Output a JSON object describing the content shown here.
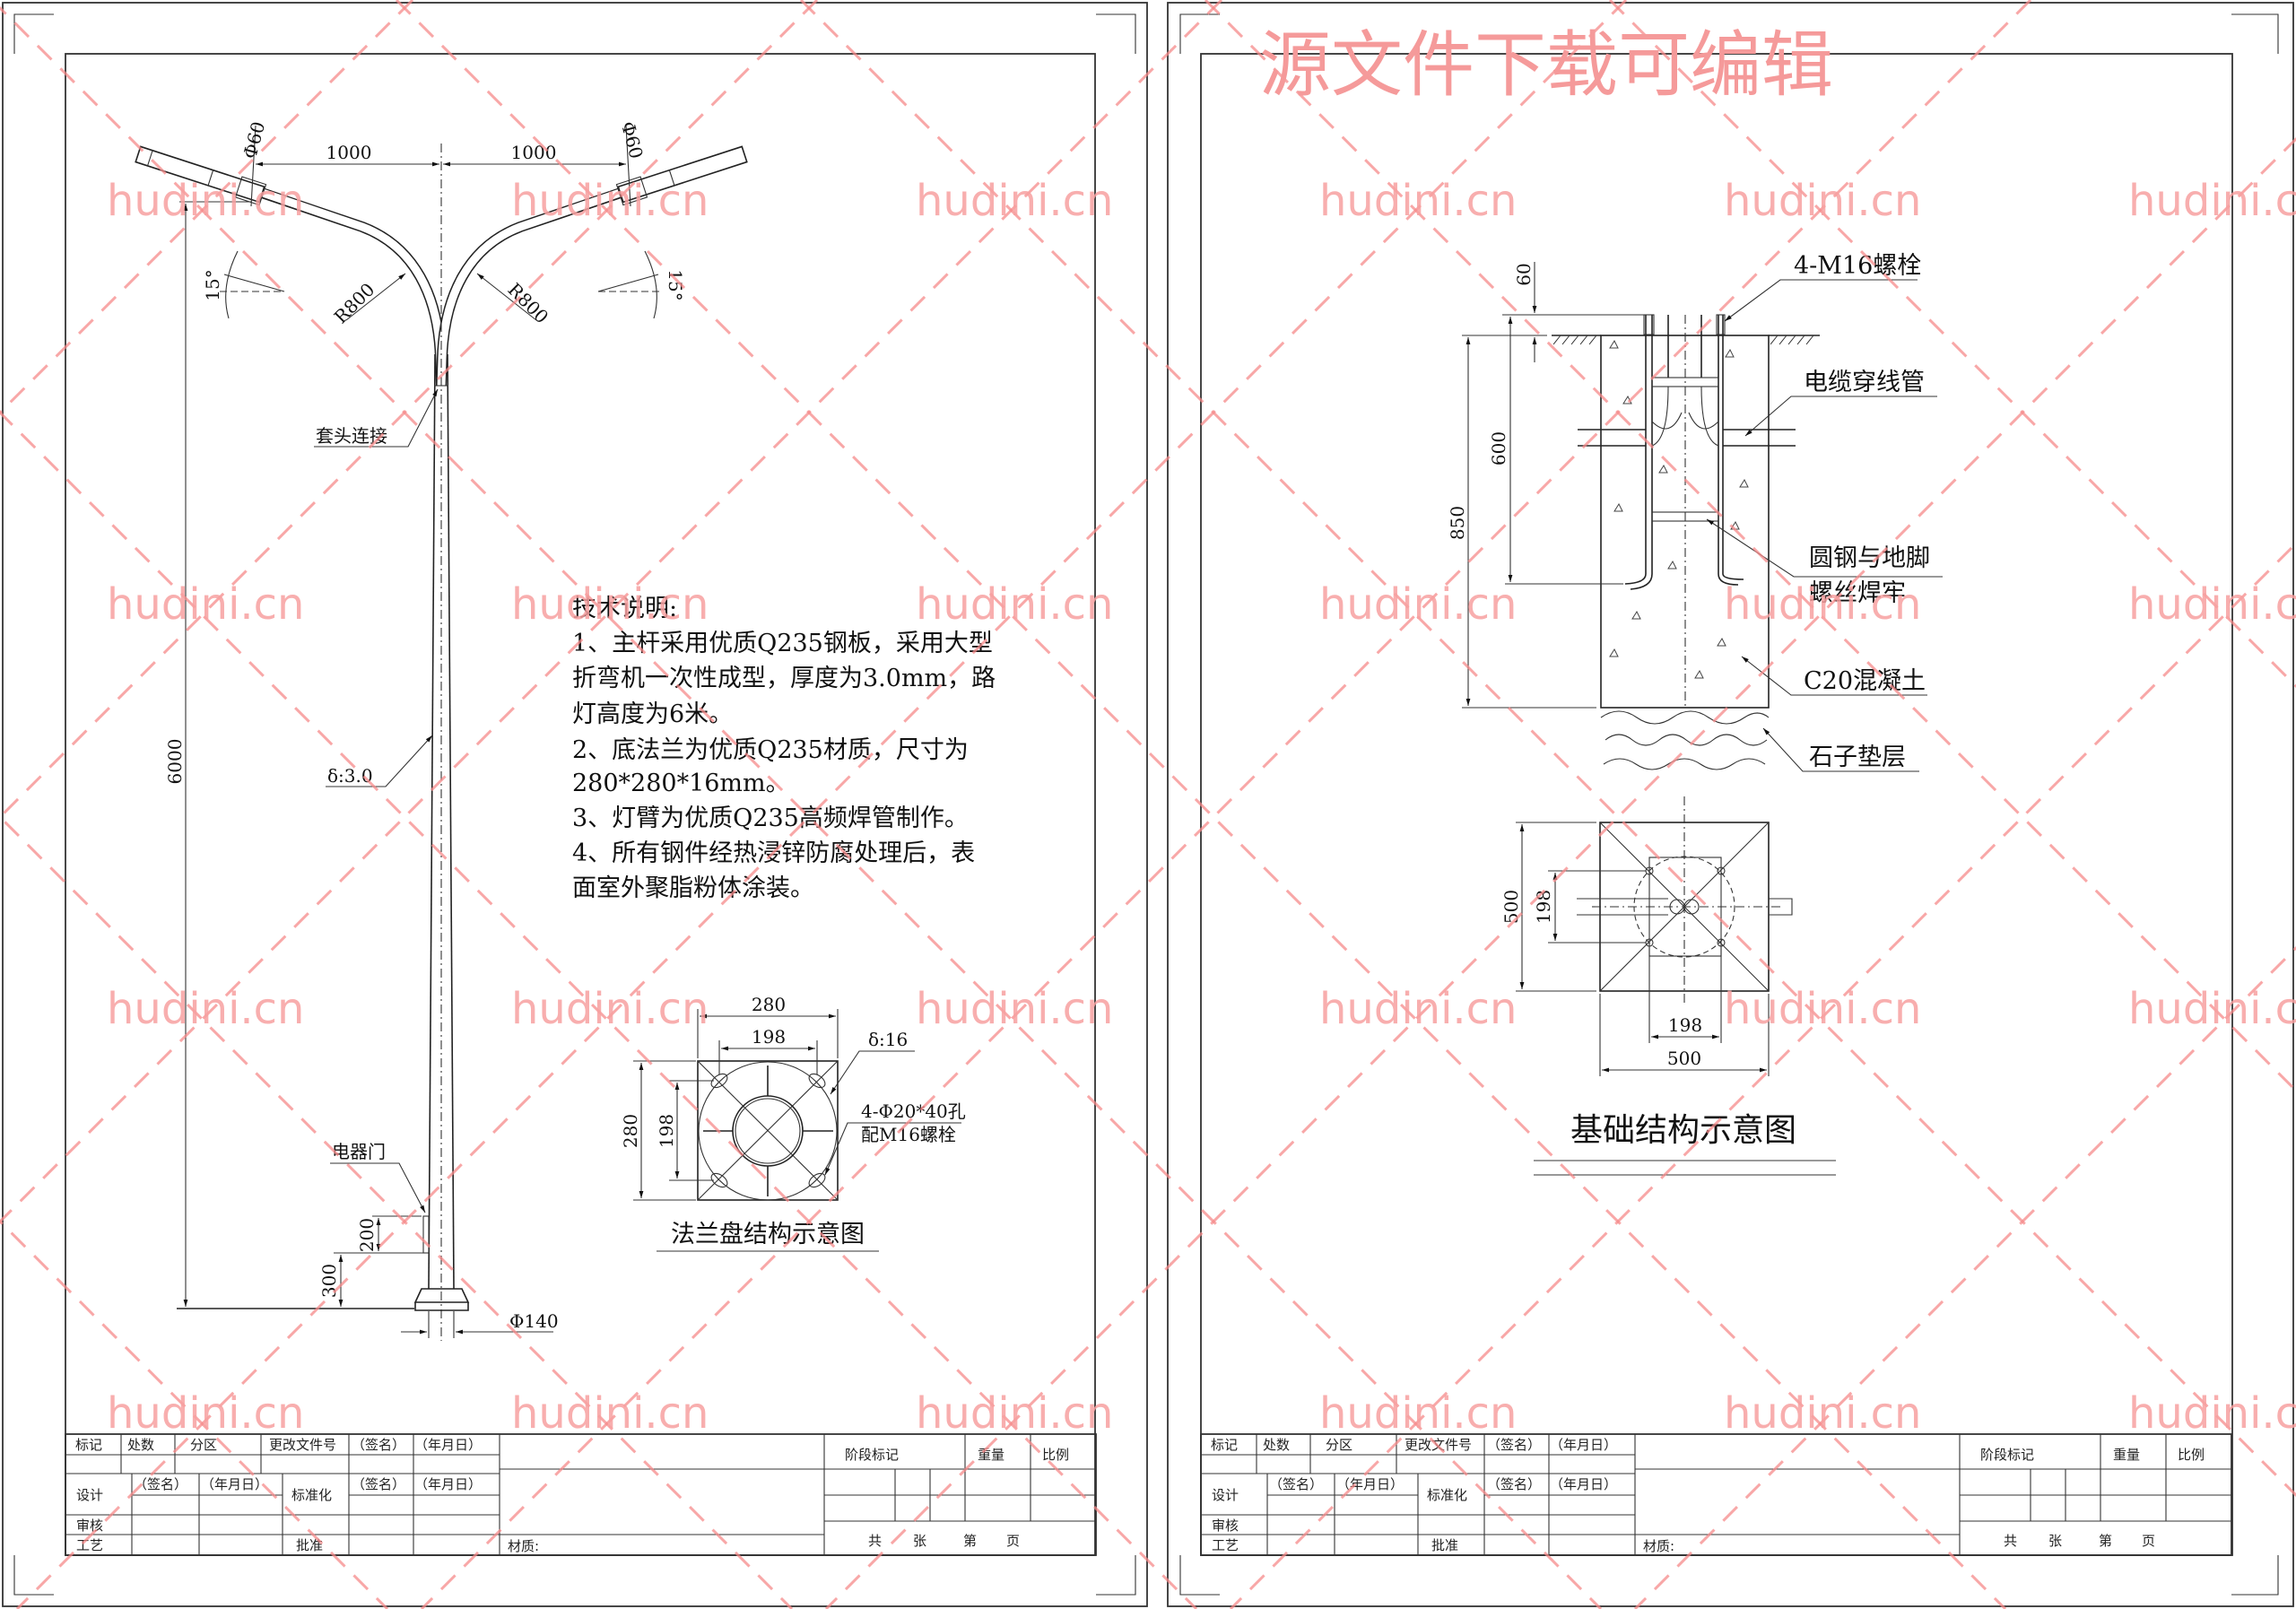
{
  "watermark": {
    "banner": "源文件下载可编辑",
    "site": "hudini.cn"
  },
  "pole_drawing": {
    "arm_spacing_left": "1000",
    "arm_spacing_right": "1000",
    "arm_diameter_left": "Φ60",
    "arm_diameter_right": "Φ60",
    "tilt_left": "15°",
    "tilt_right": "15°",
    "radius_left": "R800",
    "radius_right": "R800",
    "sleeve_label": "套头连接",
    "height_dim": "6000",
    "thickness_label": "δ:3.0",
    "door_label": "电器门",
    "door_height_dim": "200",
    "door_base_dim": "300",
    "base_diameter": "Φ140"
  },
  "tech_notes": {
    "title": "技术说明:",
    "lines": [
      "1、主杆采用优质Q235钢板，采用大型",
      "折弯机一次性成型，厚度为3.0mm，路",
      "灯高度为6米。",
      "2、底法兰为优质Q235材质，尺寸为",
      "280*280*16mm。",
      "3、灯臂为优质Q235高频焊管制作。",
      "4、所有钢件经热浸锌防腐处理后，表",
      "面室外聚脂粉体涂装。"
    ]
  },
  "flange_drawing": {
    "width_dim": "280",
    "hole_spacing_top": "198",
    "height_dim": "280",
    "hole_spacing_left": "198",
    "thickness_label": "δ:16",
    "holes_label": "4-Φ20*40孔",
    "bolts_label": "配M16螺栓",
    "title": "法兰盘结构示意图"
  },
  "foundation_section": {
    "dim_top": "60",
    "dim_bolt": "600",
    "dim_depth": "850",
    "bolts_label": "4-M16螺栓",
    "cable_label": "电缆穿线管",
    "weld_label_1": "圆钢与地脚",
    "weld_label_2": "螺丝焊牢",
    "concrete_label": "C20混凝土",
    "gravel_label": "石子垫层"
  },
  "foundation_plan": {
    "dim_height": "500",
    "dim_bolt_v": "198",
    "dim_bolt_h": "198",
    "dim_width": "500",
    "title": "基础结构示意图"
  },
  "title_block": {
    "mark": "标记",
    "count": "处数",
    "zone": "分区",
    "change_doc": "更改文件号",
    "sign": "（签名）",
    "date": "（年月日）",
    "design": "设计",
    "standardize": "标准化",
    "review": "审核",
    "process": "工艺",
    "approve": "批准",
    "material": "材质:",
    "stage_mark": "阶段标记",
    "weight": "重量",
    "scale": "比例",
    "total": "共",
    "sheets": "张",
    "nth": "第",
    "page": "页"
  }
}
